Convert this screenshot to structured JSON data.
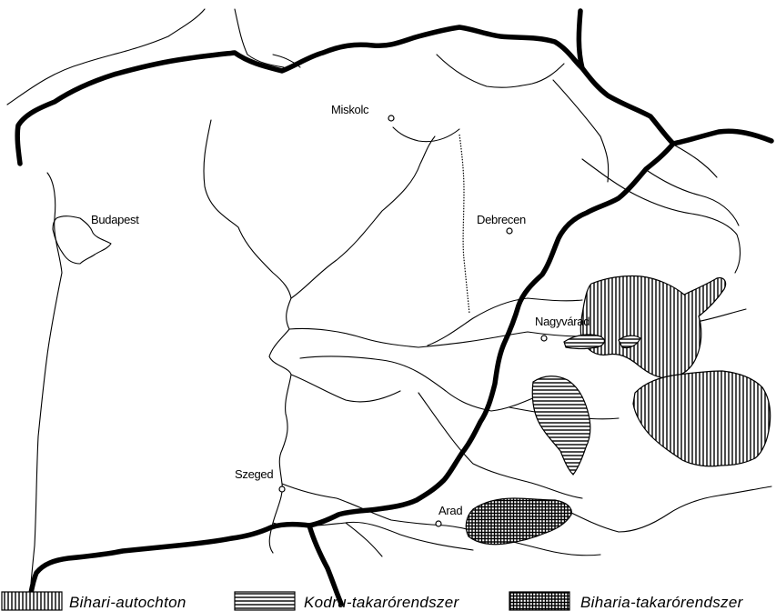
{
  "map": {
    "cities": [
      {
        "id": "miskolc",
        "name": "Miskolc"
      },
      {
        "id": "budapest",
        "name": "Budapest"
      },
      {
        "id": "debrecen",
        "name": "Debrecen"
      },
      {
        "id": "nagyvarad",
        "name": "Nagyvárad"
      },
      {
        "id": "szeged",
        "name": "Szeged"
      },
      {
        "id": "arad",
        "name": "Arad"
      }
    ]
  },
  "legend": {
    "items": [
      {
        "label": "Bihari-autochton",
        "pattern": "vertical-hatch"
      },
      {
        "label": "Kodru-takarórendszer",
        "pattern": "horizontal-hatch"
      },
      {
        "label": "Biharia-takarórendszer",
        "pattern": "cross-hatch"
      }
    ]
  },
  "colors": {
    "ink": "#000000",
    "paper": "#ffffff"
  }
}
